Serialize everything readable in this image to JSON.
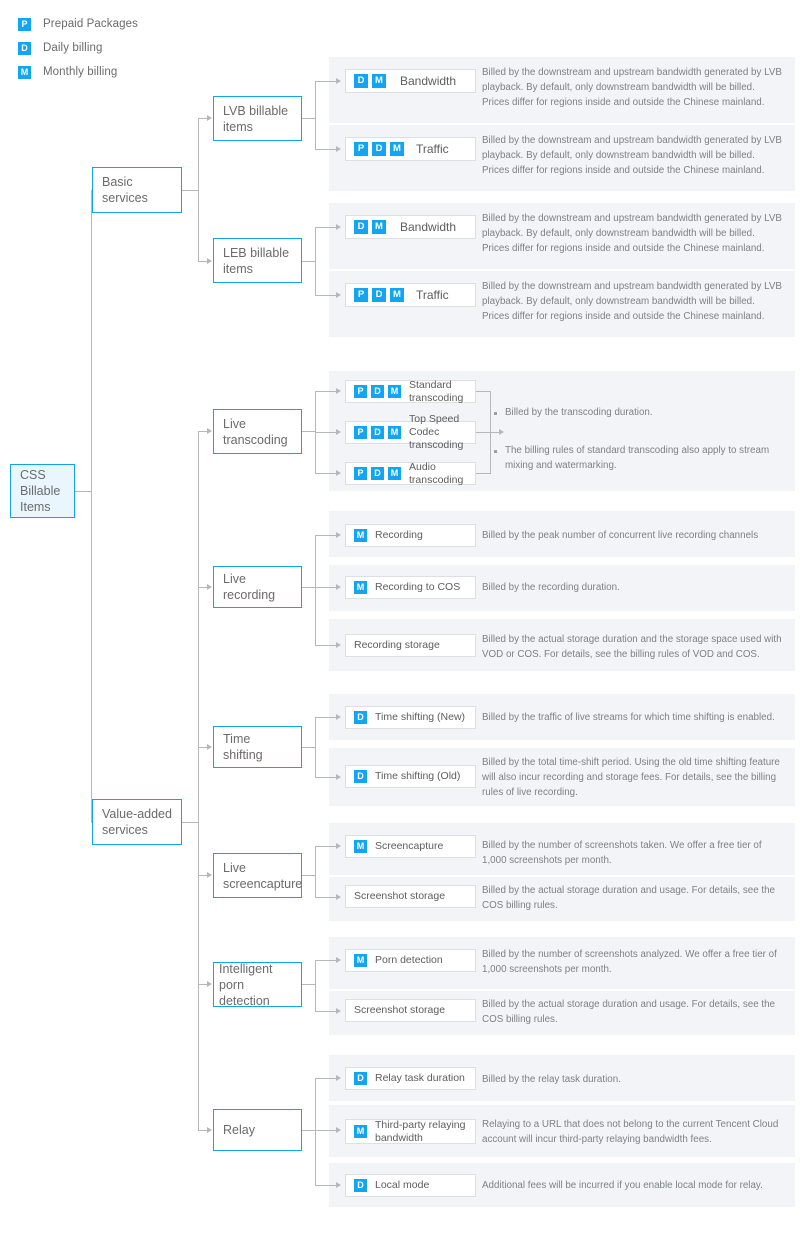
{
  "legend": [
    {
      "badge": "P",
      "label": "Prepaid Packages"
    },
    {
      "badge": "D",
      "label": "Daily billing"
    },
    {
      "badge": "M",
      "label": "Monthly billing"
    }
  ],
  "colors": {
    "accent": "#12a3f0",
    "badge": "#11a5f4",
    "band": "#f2f4f7",
    "line": "#b5b7ba",
    "root_fill": "#eaf6fd"
  },
  "root": {
    "label": "CSS Billable Items"
  },
  "branches": [
    {
      "label": "Basic services"
    },
    {
      "label": "Value-added services"
    }
  ],
  "nodes": {
    "lvb": "LVB billable items",
    "leb": "LEB billable items",
    "live_transcoding": "Live transcoding",
    "live_recording": "Live recording",
    "time_shifting": "Time shifting",
    "live_screencapture": "Live screencapture",
    "porn_detection": "Intelligent porn detection",
    "relay": "Relay"
  },
  "rows": {
    "lvb_bandwidth": {
      "badges": [
        "D",
        "M"
      ],
      "label": "Bandwidth",
      "desc": "Billed by the downstream and upstream bandwidth generated by LVB playback. By default, only downstream bandwidth will be billed. Prices differ for regions inside and outside the Chinese mainland."
    },
    "lvb_traffic": {
      "badges": [
        "P",
        "D",
        "M"
      ],
      "label": "Traffic",
      "desc": "Billed by the downstream and upstream bandwidth generated by LVB playback. By default, only downstream bandwidth will be billed. Prices differ for regions inside and outside the Chinese mainland."
    },
    "leb_bandwidth": {
      "badges": [
        "D",
        "M"
      ],
      "label": "Bandwidth",
      "desc": "Billed by the downstream and upstream bandwidth generated by LVB playback. By default, only downstream bandwidth will be billed. Prices differ for regions inside and outside the Chinese mainland."
    },
    "leb_traffic": {
      "badges": [
        "P",
        "D",
        "M"
      ],
      "label": "Traffic",
      "desc": "Billed by the downstream and upstream bandwidth generated by LVB playback. By default, only downstream bandwidth will be billed. Prices differ for regions inside and outside the Chinese mainland."
    },
    "standard_transcoding": {
      "badges": [
        "P",
        "D",
        "M"
      ],
      "label": "Standard transcoding"
    },
    "top_speed_transcoding": {
      "badges": [
        "P",
        "D",
        "M"
      ],
      "label": "Top Speed Codec transcoding"
    },
    "audio_transcoding": {
      "badges": [
        "P",
        "D",
        "M"
      ],
      "label": "Audio transcoding"
    },
    "transcoding_bullets": [
      "Billed by the transcoding duration.",
      "The billing rules of standard transcoding also apply to stream mixing and watermarking."
    ],
    "recording": {
      "badges": [
        "M"
      ],
      "label": "Recording",
      "desc": "Billed by the peak number of concurrent live recording channels"
    },
    "recording_to_cos": {
      "badges": [
        "M"
      ],
      "label": "Recording to COS",
      "desc": "Billed by the recording duration."
    },
    "recording_storage": {
      "badges": [],
      "label": "Recording storage",
      "desc": "Billed by the actual storage duration and the storage space used with VOD or COS. For details, see the billing rules of VOD and COS."
    },
    "time_shifting_new": {
      "badges": [
        "D"
      ],
      "label": "Time shifting (New)",
      "desc": "Billed by the traffic of live streams for which time shifting is enabled."
    },
    "time_shifting_old": {
      "badges": [
        "D"
      ],
      "label": "Time shifting (Old)",
      "desc": "Billed by the total time-shift period. Using the old time shifting feature will also incur recording and storage fees. For details, see the billing rules of live recording."
    },
    "screencapture": {
      "badges": [
        "M"
      ],
      "label": "Screencapture",
      "desc": "Billed by the number of screenshots taken. We offer a free tier of 1,000 screenshots per month."
    },
    "screenshot_storage_1": {
      "badges": [],
      "label": "Screenshot storage",
      "desc": "Billed by the actual storage duration and usage. For details, see the COS billing rules."
    },
    "porn_detection": {
      "badges": [
        "M"
      ],
      "label": "Porn detection",
      "desc": "Billed by the number of screenshots analyzed. We offer a free tier of 1,000 screenshots per month."
    },
    "screenshot_storage_2": {
      "badges": [],
      "label": "Screenshot storage",
      "desc": "Billed by the actual storage duration and usage. For details, see the COS billing rules."
    },
    "relay_task_duration": {
      "badges": [
        "D"
      ],
      "label": "Relay task duration",
      "desc": "Billed by the relay task duration."
    },
    "third_party_relaying": {
      "badges": [
        "M"
      ],
      "label": "Third-party relaying bandwidth",
      "desc": "Relaying to a URL that does not belong to the current Tencent Cloud account will incur third-party relaying bandwidth fees."
    },
    "local_mode": {
      "badges": [
        "D"
      ],
      "label": "Local mode",
      "desc": "Additional fees will be incurred if you enable local mode for relay."
    }
  }
}
